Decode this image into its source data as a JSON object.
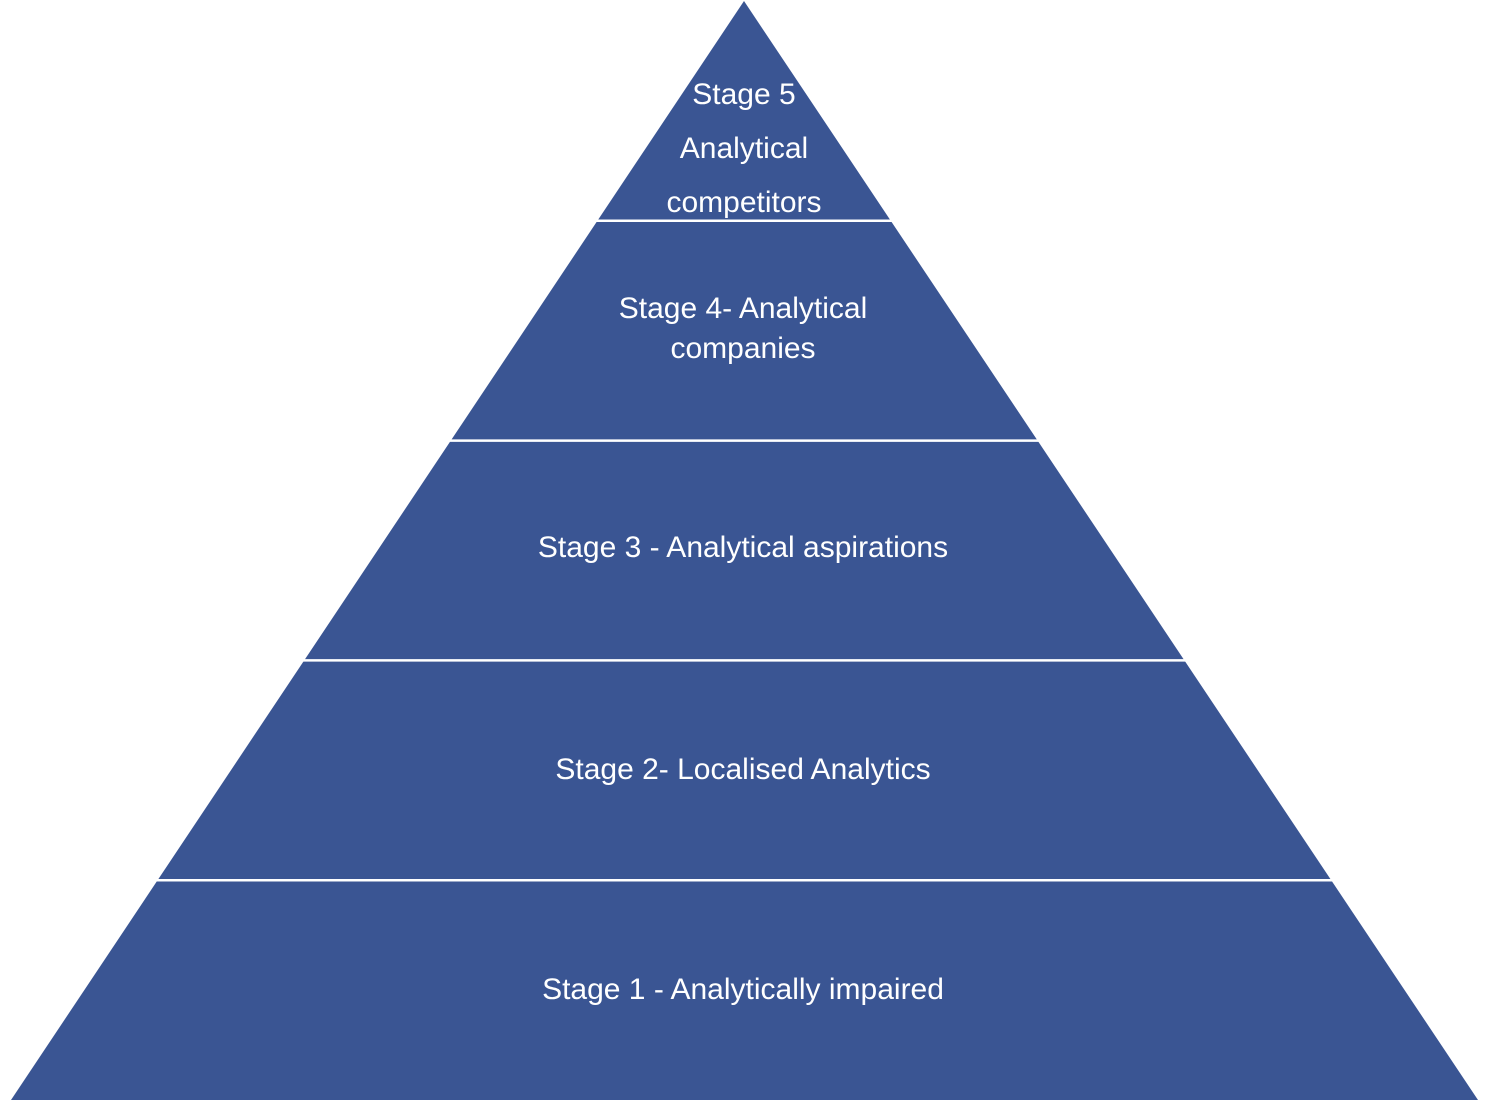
{
  "diagram": {
    "type": "pyramid",
    "fill_color": "#3A5593",
    "divider_color": "#FFFFFF",
    "text_color": "#FFFFFF",
    "tiers_top_to_bottom": [
      {
        "id": "stage-5",
        "lines": [
          "Stage 5",
          "Analytical",
          "competitors"
        ]
      },
      {
        "id": "stage-4",
        "lines": [
          "Stage 4- Analytical",
          "companies"
        ]
      },
      {
        "id": "stage-3",
        "lines": [
          "Stage 3 - Analytical aspirations"
        ]
      },
      {
        "id": "stage-2",
        "lines": [
          "Stage 2- Localised Analytics"
        ]
      },
      {
        "id": "stage-1",
        "lines": [
          "Stage 1 - Analytically impaired"
        ]
      }
    ]
  }
}
